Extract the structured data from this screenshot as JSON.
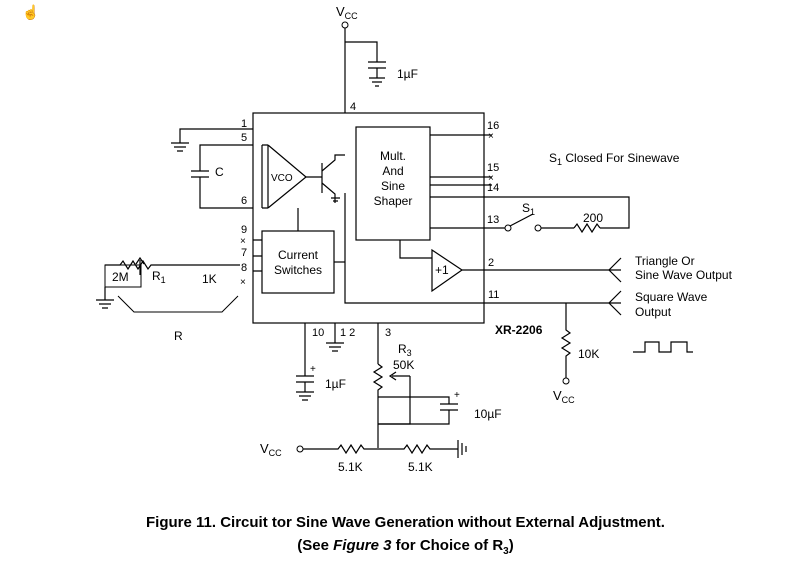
{
  "labels": {
    "vcc_top": "V",
    "vcc_top_sub": "CC",
    "cap_top": "1µF",
    "pin4": "4",
    "pin1": "1",
    "pin5": "5",
    "pin6": "6",
    "pin9": "9",
    "pin7": "7",
    "pin8": "8",
    "pin16": "16",
    "pin15": "15",
    "pin14": "14",
    "pin13": "13",
    "pin2": "2",
    "pin11": "11",
    "pin10": "10",
    "pin12": "1 2",
    "pin3": "3",
    "cap_c": "C",
    "vco": "VCO",
    "mult_line1": "Mult.",
    "mult_line2": "And",
    "mult_line3": "Sine",
    "mult_line4": "Shaper",
    "switch_line1": "Current",
    "switch_line2": "Switches",
    "buffer": "+1",
    "r_2m": "2M",
    "r1": "R",
    "r1_sub": "1",
    "r_1k": "1K",
    "r_label": "R",
    "s1_note": "S",
    "s1_note_sub": "1",
    "s1_note_rest": " Closed For Sinewave",
    "s1": "S",
    "s1_sub": "1",
    "r_200": "200",
    "tri_line1": "Triangle Or",
    "tri_line2": "Sine Wave Output",
    "sq_line1": "Square Wave",
    "sq_line2": "Output",
    "chip": "XR-2206",
    "r3": "R",
    "r3_sub": "3",
    "r3_val": "50K",
    "r_10k": "10K",
    "vcc_right": "V",
    "vcc_right_sub": "CC",
    "cap_1uf": "1µF",
    "cap_10uf": "10µF",
    "vcc_left": "V",
    "vcc_left_sub": "CC",
    "r_51k_a": "5.1K",
    "r_51k_b": "5.1K",
    "plus_a": "+",
    "plus_b": "+"
  },
  "caption": {
    "line1": "Figure 11.  Circuit tor Sine Wave Generation without External Adjustment.",
    "line2_pre": "(See ",
    "line2_ref": "Figure 3",
    "line2_mid": " for Choice of R",
    "line2_sub": "3",
    "line2_post": ")"
  },
  "icons": {
    "cursor": "hand-cursor-icon"
  }
}
